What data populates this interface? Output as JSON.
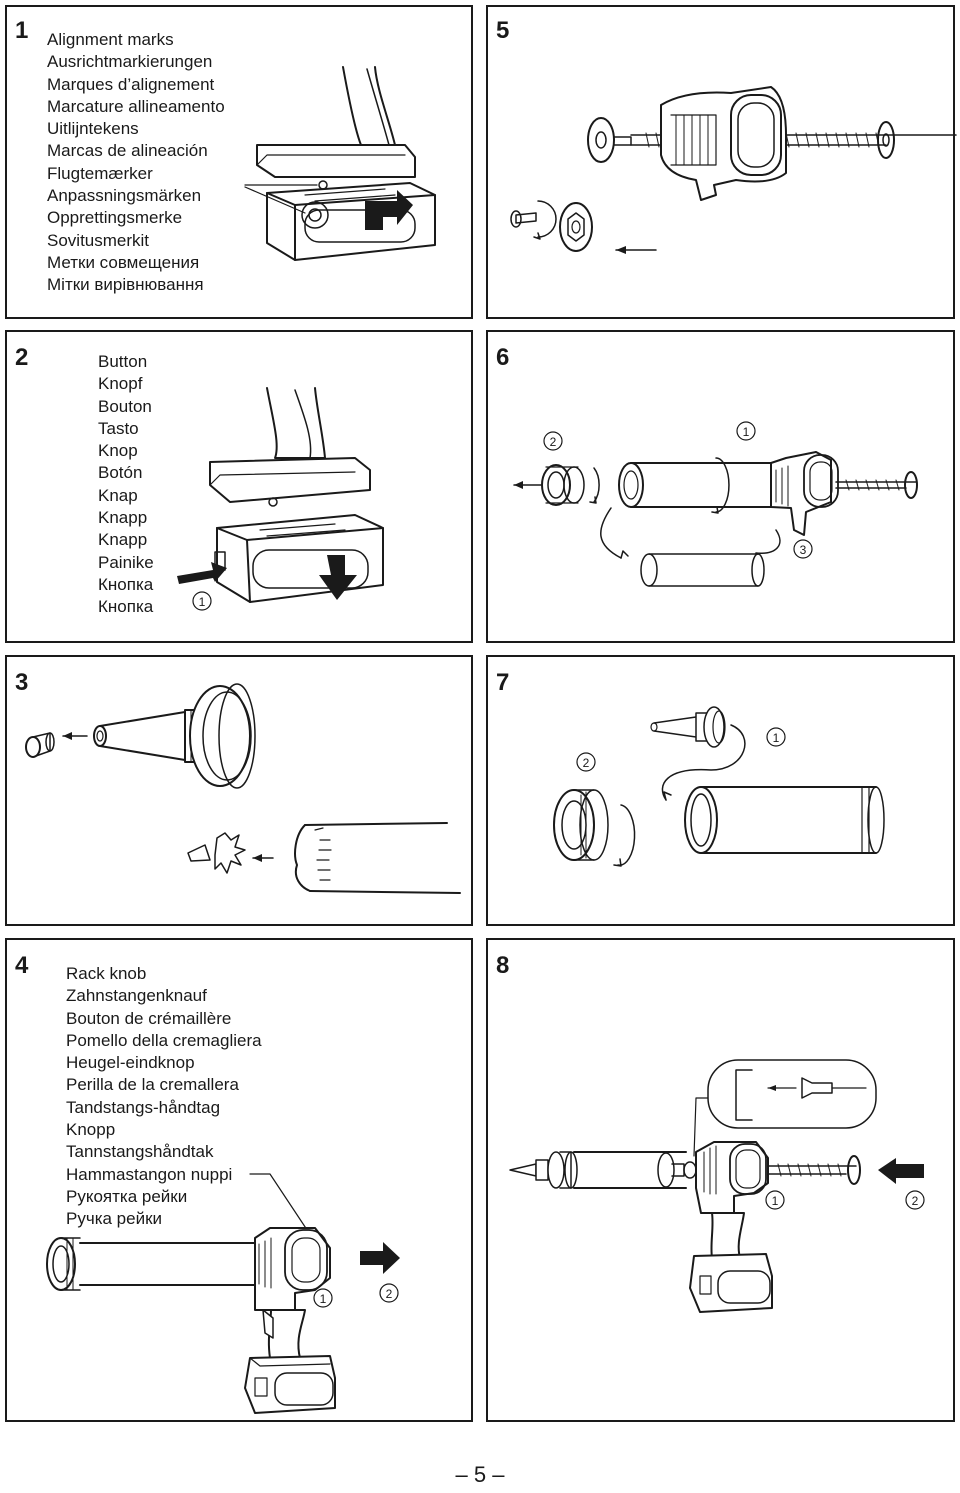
{
  "panels": [
    {
      "number": "1",
      "labels": [
        "Alignment marks",
        "Ausrichtmarkierungen",
        "Marques d’alignement",
        "Marcature allineamento",
        "Uitlijntekens",
        "Marcas de alineación",
        "Flugtemærker",
        "Anpassningsmärken",
        "Opprettingsmerke",
        "Sovitusmerkit",
        "Метки совмещения",
        "Мітки вирівнювання"
      ]
    },
    {
      "number": "2",
      "labels": [
        "Button",
        "Knopf",
        "Bouton",
        "Tasto",
        "Knop",
        "Botón",
        "Knap",
        "Knapp",
        "Knapp",
        "Painike",
        "Кнопка",
        "Кнопка"
      ],
      "callouts": [
        "1"
      ]
    },
    {
      "number": "3"
    },
    {
      "number": "4",
      "labels": [
        "Rack knob",
        "Zahnstangenknauf",
        "Bouton de crémaillère",
        "Pomello della cremagliera",
        "Heugel-eindknop",
        "Perilla de la cremallera",
        "Tandstangs-håndtag",
        "Knopp",
        "Tannstangshåndtak",
        "Hammastangon nuppi",
        "Рукоятка рейки",
        "Ручка рейки"
      ],
      "callouts": [
        "1",
        "2"
      ]
    },
    {
      "number": "5"
    },
    {
      "number": "6",
      "callouts": [
        "2",
        "1",
        "3"
      ]
    },
    {
      "number": "7",
      "callouts": [
        "1",
        "2"
      ]
    },
    {
      "number": "8",
      "callouts": [
        "1",
        "2"
      ]
    }
  ],
  "footer": {
    "page_number": "– 5 –"
  }
}
